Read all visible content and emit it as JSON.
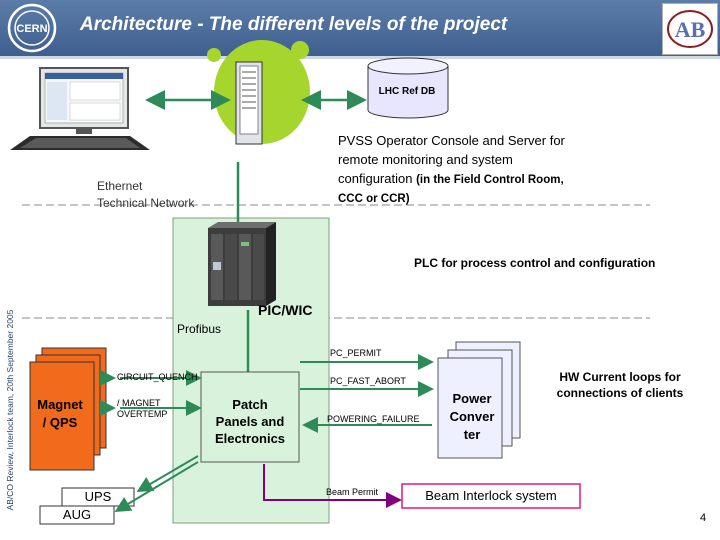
{
  "header": {
    "title": "Architecture - The different levels of the project",
    "cern_logo_text": "CERN",
    "ab_logo_text": "AB"
  },
  "side_text": "AB/CO Review, Interlock team, 20th September 2005",
  "database": {
    "label": "LHC Ref DB"
  },
  "pvss": {
    "line1": "PVSS Operator Console and Server for",
    "line2": "remote monitoring and system",
    "line3": "configuration",
    "note1": "(in the Field Control Room,",
    "note2": "CCC or CCR)"
  },
  "network": {
    "line1": "Ethernet",
    "line2": "Technical Network"
  },
  "plc": {
    "label": "PLC for process control and configuration"
  },
  "fieldbus": {
    "profibus": "Profibus",
    "picwic": "PIC/WIC"
  },
  "signals": {
    "circuit_quench": "CIRCUIT_QUENCH",
    "magnet_overtemp_1": "/ MAGNET",
    "magnet_overtemp_2": "OVERTEMP",
    "pc_permit": "PC_PERMIT",
    "pc_fast_abort": "PC_FAST_ABORT",
    "powering_failure": "POWERING_FAILURE",
    "beam_permit": "Beam Permit"
  },
  "magnet": {
    "line1": "Magnet",
    "line2": "/ QPS"
  },
  "ups": {
    "line1": "UPS",
    "line2": "AUG"
  },
  "patch": {
    "line1": "Patch",
    "line2": "Panels and",
    "line3": "Electronics"
  },
  "power": {
    "line1": "Power",
    "line2": "Conver",
    "line3": "ter"
  },
  "hw": {
    "line1": "HW Current loops for",
    "line2": "connections of clients"
  },
  "bis": {
    "label": "Beam Interlock system"
  },
  "page_number": "4",
  "colors": {
    "header": "#4a6a9a",
    "field_box": "#d9f2dc",
    "magnet": "#f26a1b",
    "power": "#eef0ff",
    "arrow_green": "#2e8b57",
    "permit_purple": "#800080",
    "bis_border": "#e0197d",
    "network_blob": "#a6d62e",
    "db": "#e8e6ff"
  }
}
